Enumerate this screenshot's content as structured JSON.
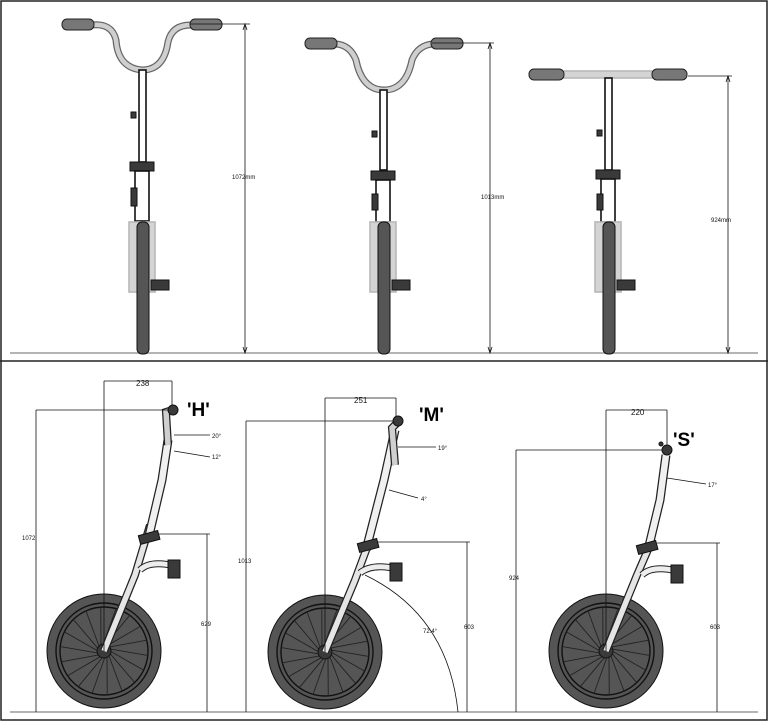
{
  "front_views": [
    {
      "label": "1072mm"
    },
    {
      "label": "1013mm"
    },
    {
      "label": "924mm"
    }
  ],
  "side_views": [
    {
      "size": "'H'",
      "reach": "238",
      "height": "1072",
      "stem_height": "629",
      "angle_1": "20°",
      "angle_2": "12°"
    },
    {
      "size": "'M'",
      "reach": "251",
      "height": "1013",
      "stem_height": "603",
      "angle_1": "19°",
      "angle_2": "4°",
      "angle_3": "72.4°"
    },
    {
      "size": "'S'",
      "reach": "220",
      "height": "924",
      "stem_height": "603",
      "angle_1": "17°"
    }
  ]
}
